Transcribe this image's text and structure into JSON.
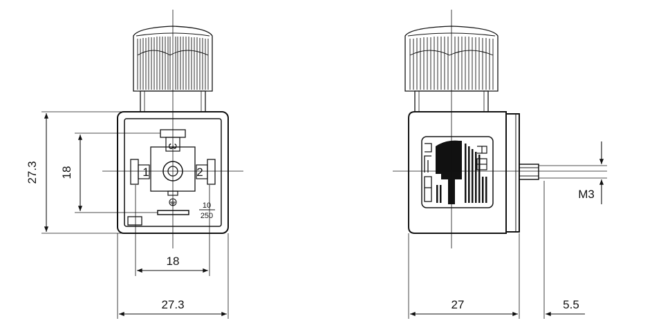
{
  "dimensions": {
    "front_height_outer": "27.3",
    "front_height_inner": "18",
    "front_width_inner": "18",
    "front_width_outer": "27.3",
    "side_width": "27",
    "side_pin_offset": "5.5",
    "thread": "M3"
  },
  "pins": {
    "pin1": "1",
    "pin2": "2",
    "pin3": "3"
  },
  "rating": {
    "current": "10",
    "voltage": "250"
  },
  "colors": {
    "line": "#111111",
    "housing_fill": "#ffffff",
    "side_fill": "#ffffff",
    "label_fill": "#111111"
  },
  "icons": [
    "ground-symbol-icon",
    "cable-gland-icon",
    "hirschmann-logo-icon"
  ]
}
